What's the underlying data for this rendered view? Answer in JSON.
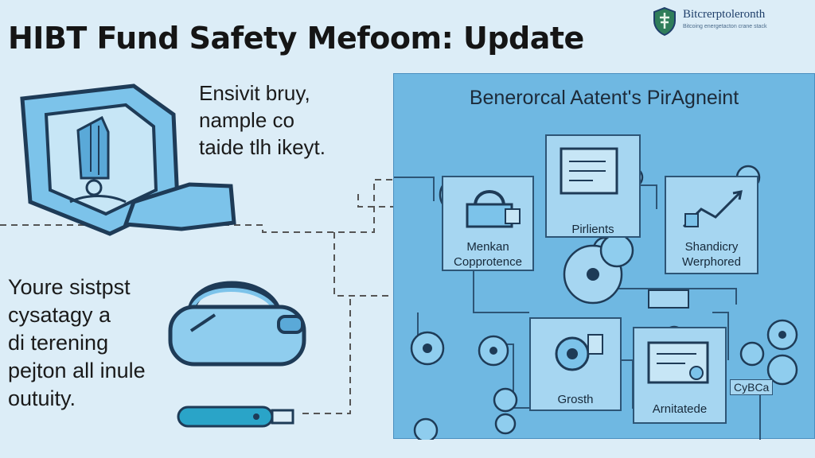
{
  "title": "HIBT Fund Safety Mefoom: Update",
  "brand": {
    "name": "Bitcrerptoleronth",
    "tagline": "Bitcoing energetacton crane stack"
  },
  "note_top": "Ensivit bruy,\nnample co\ntaide tlh ikeyt.",
  "note_bottom": "Youre sistpst\ncysatagy a\ndi terening\npejton all inule\noutuity.",
  "panel": {
    "title": "Benerorcal Aatent's PirAgneint",
    "cards": [
      {
        "id": "menkan",
        "label": "Menkan\nCopprotence"
      },
      {
        "id": "pirlients",
        "label": "Pirlients"
      },
      {
        "id": "shandicy",
        "label": "Shandicry\nWerphored"
      },
      {
        "id": "grosth",
        "label": "Grosth"
      },
      {
        "id": "arnitatede",
        "label": "Arnitatede"
      }
    ],
    "tag": "CyBCa"
  },
  "colors": {
    "background": "#dcedf7",
    "panel": "#6fb8e2",
    "card": "#a6d6f1",
    "outline": "#2d5576",
    "accent": "#4aa8dc"
  },
  "icons": [
    "shield-icon",
    "vault-icon",
    "padlock-icon",
    "usb-key-icon",
    "gear-icon",
    "chart-icon",
    "clock-icon"
  ]
}
